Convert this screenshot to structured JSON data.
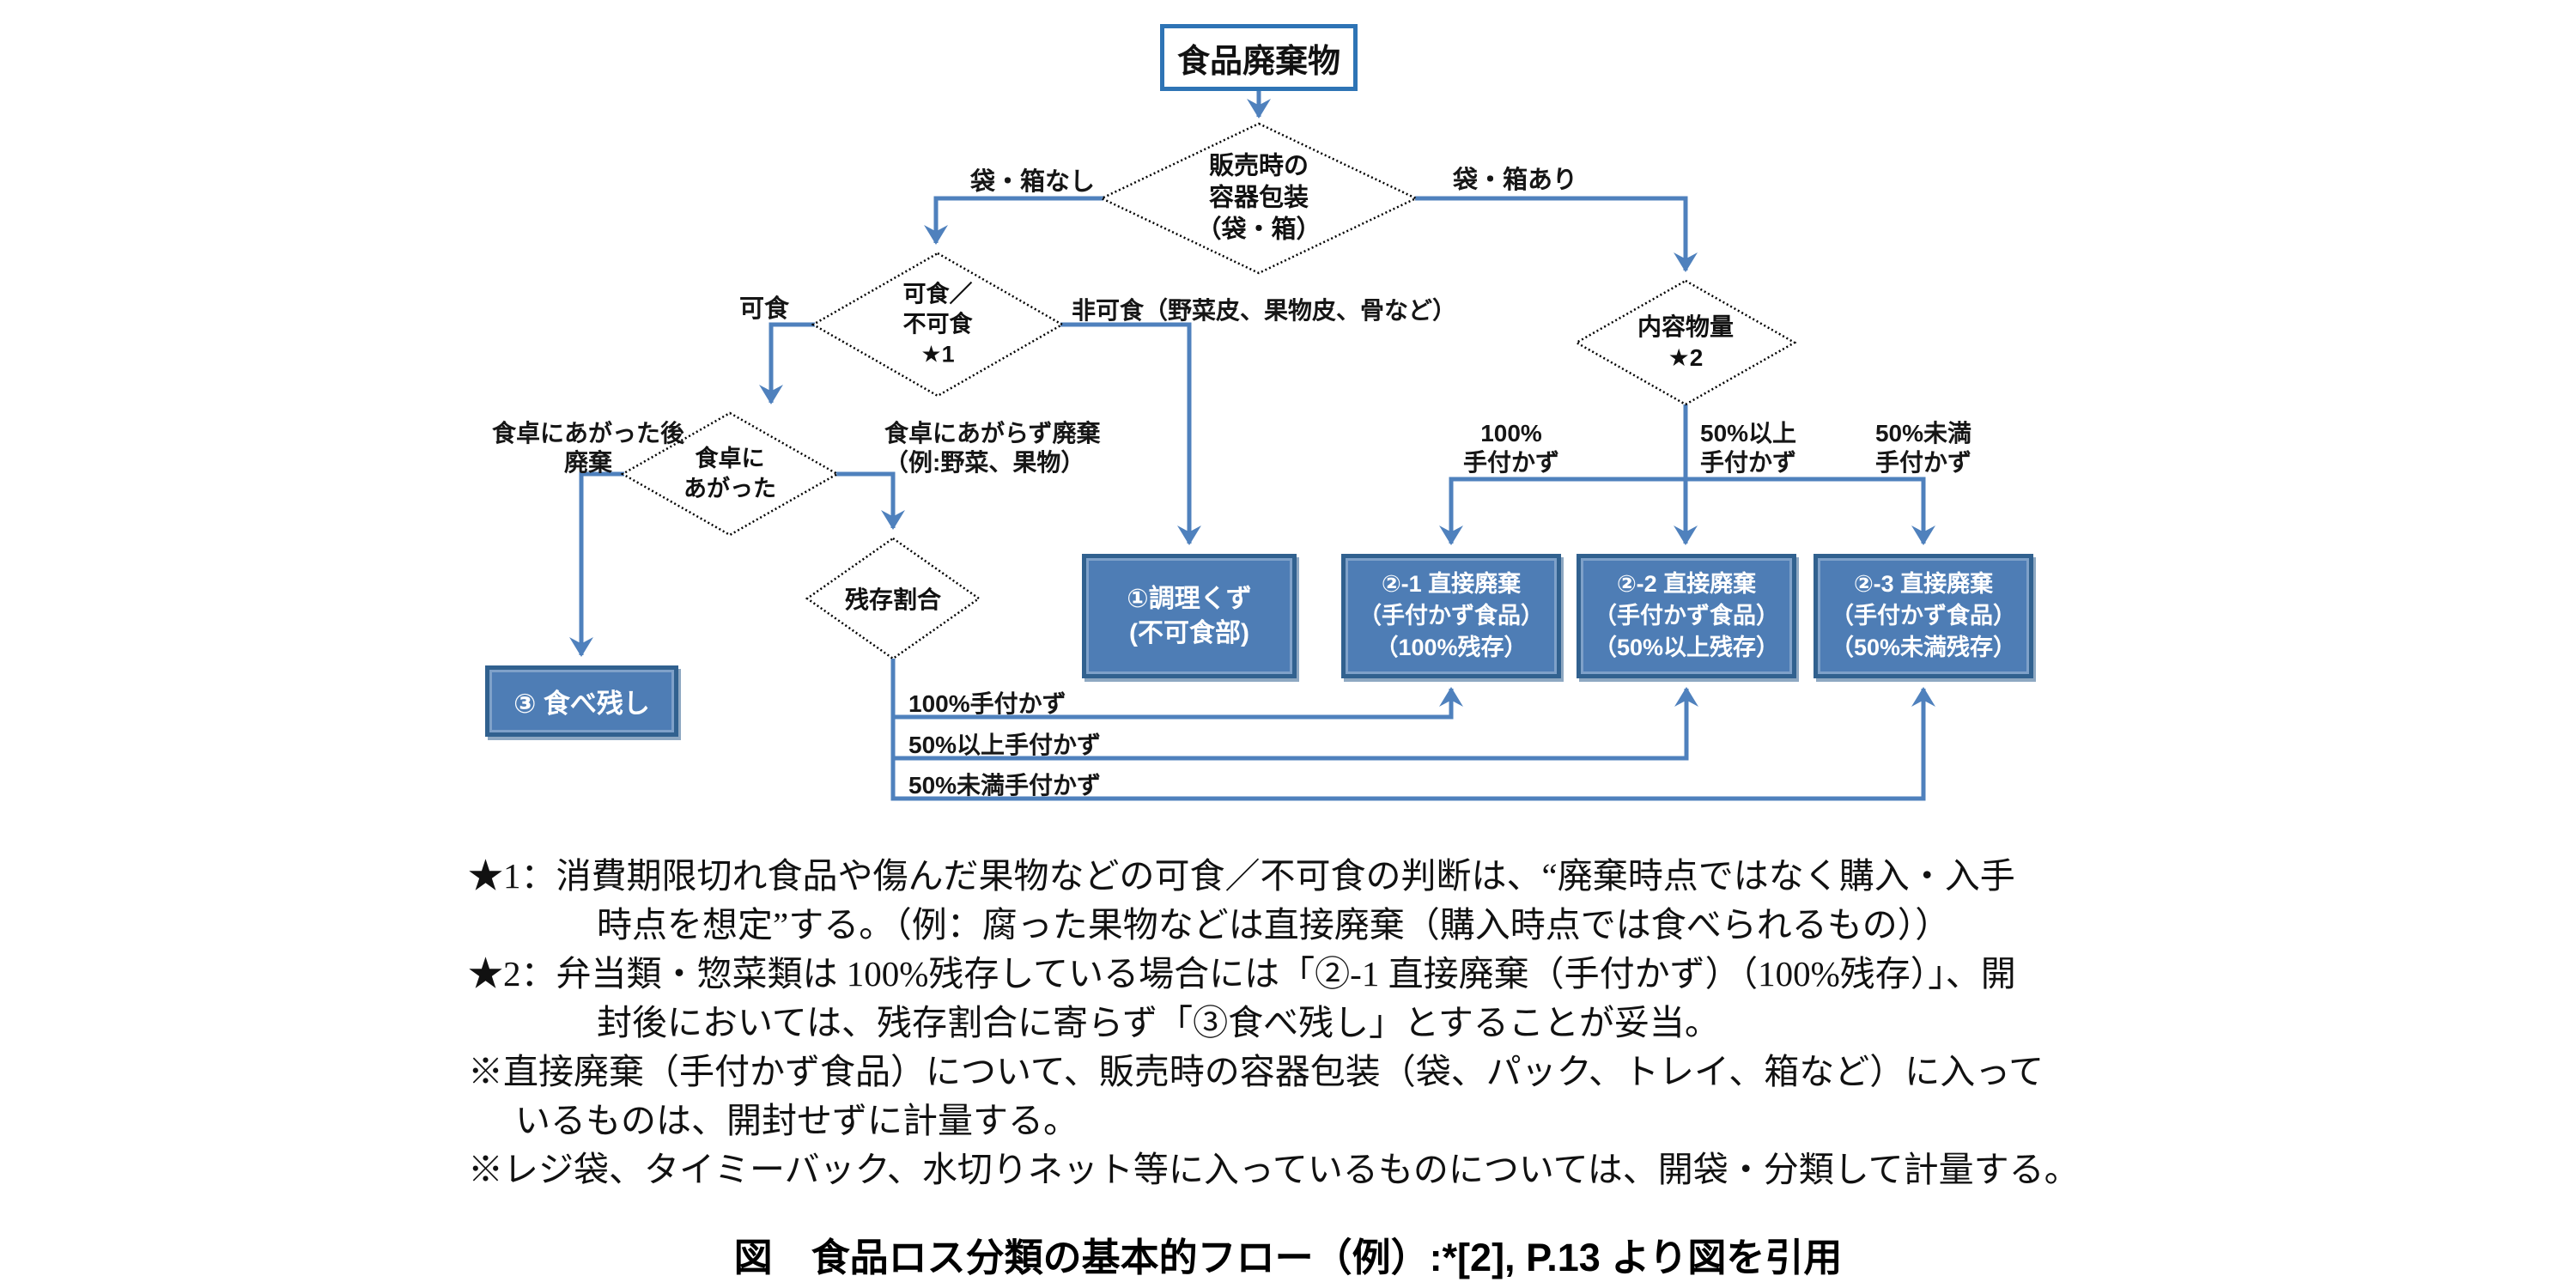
{
  "flowchart": {
    "start": {
      "label": "食品廃棄物"
    },
    "decisions": {
      "packaging": {
        "lines": [
          "販売時の",
          "容器包装",
          "（袋・箱）"
        ]
      },
      "contents_amount": {
        "lines": [
          "内容物量",
          "★2"
        ]
      },
      "edibility": {
        "lines": [
          "可食／",
          "不可食",
          "★1"
        ]
      },
      "served": {
        "lines": [
          "食卓に",
          "あがった"
        ]
      },
      "remaining_ratio": {
        "lines": [
          "残存割合"
        ]
      }
    },
    "branch_labels": {
      "no_bag": "袋・箱なし",
      "with_bag": "袋・箱あり",
      "edible": "可食",
      "inedible": "非可食（野菜皮、果物皮、骨など）",
      "served_discard": [
        "食卓にあがった後",
        "廃棄"
      ],
      "not_served_discard": [
        "食卓にあがらず廃棄",
        "（例:野菜、果物）"
      ],
      "pct100": [
        "100%",
        "手付かず"
      ],
      "pct50over": [
        "50%以上",
        "手付かず"
      ],
      "pct50under": [
        "50%未満",
        "手付かず"
      ],
      "line100": "100%手付かず",
      "line50over": "50%以上手付かず",
      "line50under": "50%未満手付かず"
    },
    "results": {
      "cooking_scraps": {
        "lines": [
          "①調理くず",
          "(不可食部)"
        ]
      },
      "direct1": {
        "lines": [
          "②-1 直接廃棄",
          "（手付かず食品）",
          "（100%残存）"
        ]
      },
      "direct2": {
        "lines": [
          "②-2 直接廃棄",
          "（手付かず食品）",
          "（50%以上残存）"
        ]
      },
      "direct3": {
        "lines": [
          "②-3 直接廃棄",
          "（手付かず食品）",
          "（50%未満残存）"
        ]
      },
      "leftovers": {
        "label": "③ 食べ残し"
      }
    }
  },
  "notes": {
    "lines": [
      "★1：消費期限切れ食品や傷んだ果物などの可食／不可食の判断は、“廃棄時点ではなく購入・入手",
      "時点を想定”する。（例：腐った果物などは直接廃棄（購入時点では食べられるもの））",
      "★2：弁当類・惣菜類は 100%残存している場合には「②-1 直接廃棄（手付かず）（100%残存）」、開",
      "封後においては、残存割合に寄らず「③食べ残し」とすることが妥当。",
      "※直接廃棄（手付かず食品）について、販売時の容器包装（袋、パック、トレイ、箱など）に入って",
      "いるものは、開封せずに計量する。",
      "※レジ袋、タイミーバック、水切りネット等に入っているものについては、開袋・分類して計量する。"
    ]
  },
  "caption": "図　食品ロス分類の基本的フロー（例）:*[2], P.13 より図を引用",
  "colors": {
    "connector": "#4F81BD",
    "box_fill": "#4E7DB5",
    "box_border": "#31618F",
    "start_border": "#2E74B5"
  }
}
